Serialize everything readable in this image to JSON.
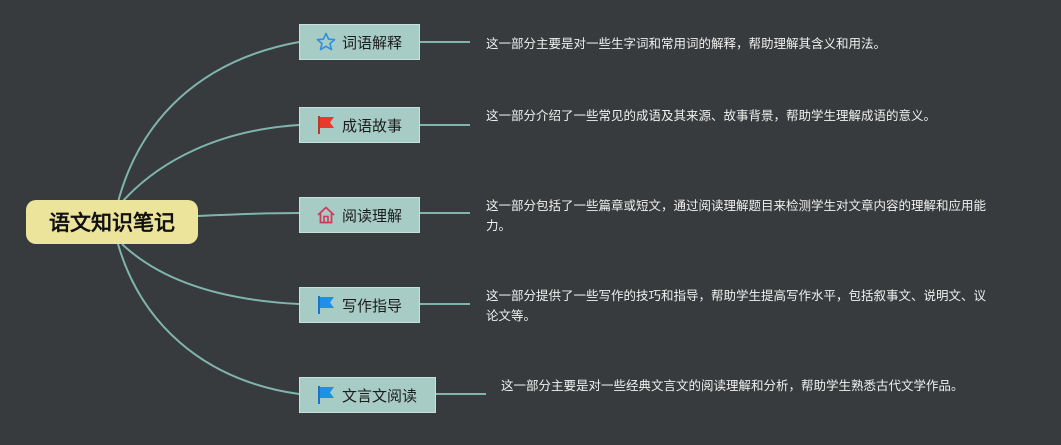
{
  "root": {
    "title": "语文知识笔记"
  },
  "colors": {
    "background": "#373b3d",
    "root_fill": "#ece49a",
    "branch_fill": "#a7cbc5",
    "line": "#7fb5ab"
  },
  "branches": [
    {
      "label": "词语解释",
      "icon": "star-icon",
      "note": "这一部分主要是对一些生字词和常用词的解释，帮助理解其含义和用法。"
    },
    {
      "label": "成语故事",
      "icon": "red-flag-icon",
      "note": "这一部分介绍了一些常见的成语及其来源、故事背景，帮助学生理解成语的意义。"
    },
    {
      "label": "阅读理解",
      "icon": "house-icon",
      "note": "这一部分包括了一些篇章或短文，通过阅读理解题目来检测学生对文章内容的理解和应用能力。"
    },
    {
      "label": "写作指导",
      "icon": "blue-flag-icon",
      "note": "这一部分提供了一些写作的技巧和指导，帮助学生提高写作水平，包括叙事文、说明文、议论文等。"
    },
    {
      "label": "文言文阅读",
      "icon": "blue-flag-icon",
      "note": "这一部分主要是对一些经典文言文的阅读理解和分析，帮助学生熟悉古代文学作品。"
    }
  ]
}
